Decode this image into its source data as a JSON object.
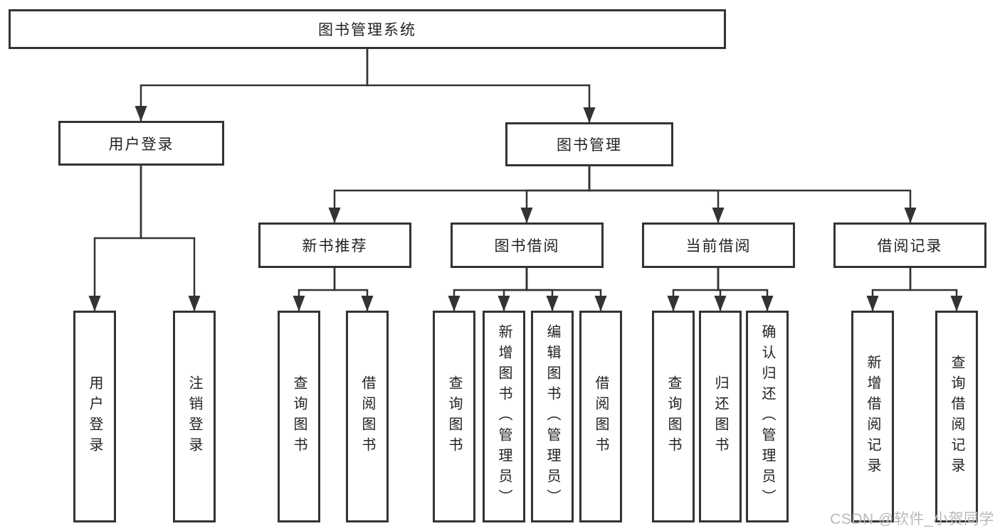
{
  "diagram": {
    "root": {
      "label": "图书管理系统"
    },
    "level2": [
      {
        "label": "用户登录"
      },
      {
        "label": "图书管理"
      }
    ],
    "level3": [
      {
        "label": "新书推荐"
      },
      {
        "label": "图书借阅"
      },
      {
        "label": "当前借阅"
      },
      {
        "label": "借阅记录"
      }
    ],
    "level4": [
      {
        "parent": "用户登录",
        "items": [
          {
            "label": "用户登录"
          },
          {
            "label": "注销登录"
          }
        ]
      },
      {
        "parent": "新书推荐",
        "items": [
          {
            "label": "查询图书"
          },
          {
            "label": "借阅图书"
          }
        ]
      },
      {
        "parent": "图书借阅",
        "items": [
          {
            "label": "查询图书"
          },
          {
            "label": "新增图书（管理员）"
          },
          {
            "label": "编辑图书（管理员）"
          },
          {
            "label": "借阅图书"
          }
        ]
      },
      {
        "parent": "当前借阅",
        "items": [
          {
            "label": "查询图书"
          },
          {
            "label": "归还图书"
          },
          {
            "label": "确认归还（管理员）"
          }
        ]
      },
      {
        "parent": "借阅记录",
        "items": [
          {
            "label": "新增借阅记录"
          },
          {
            "label": "查询借阅记录"
          }
        ]
      }
    ]
  },
  "watermark": {
    "text": "CSDN @软件_小贺同学"
  },
  "colors": {
    "line": "#333333",
    "box_border": "#333333",
    "text": "#222222",
    "watermark": "#b9b9b9",
    "background": "#ffffff"
  }
}
